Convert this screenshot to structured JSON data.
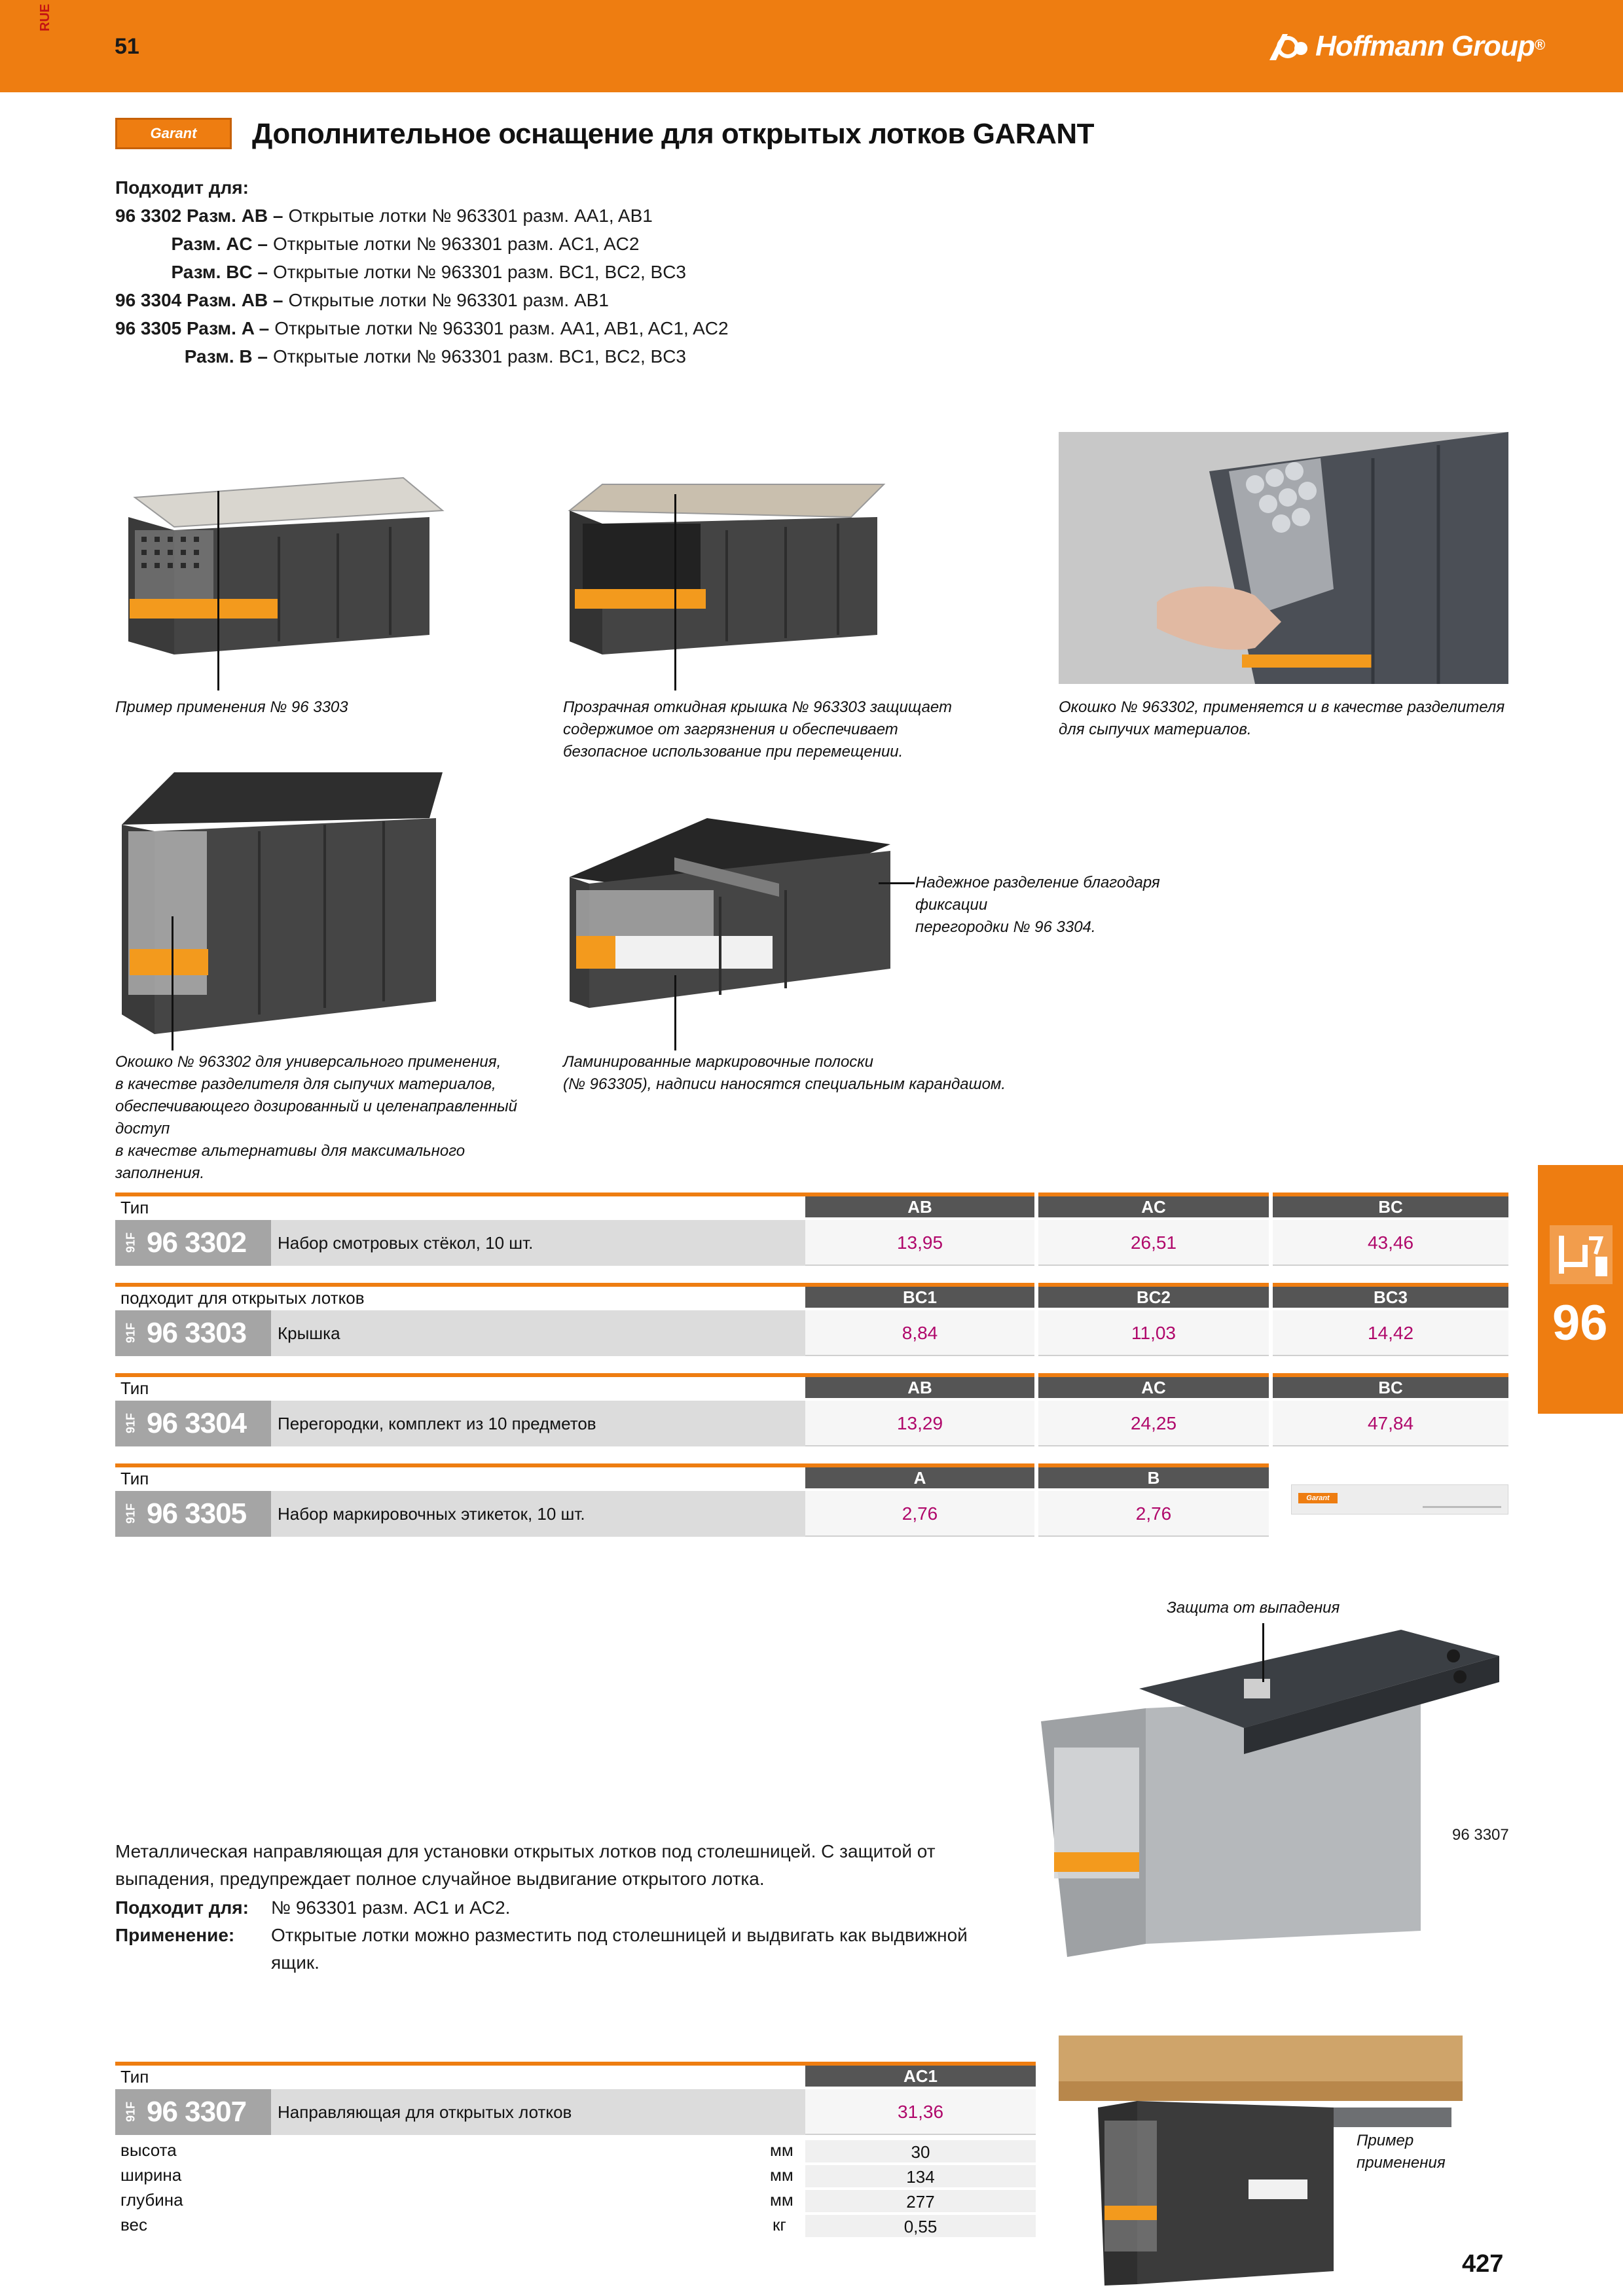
{
  "header": {
    "lang": "RUE",
    "catalog_page": "51",
    "brand": "Hoffmann Group",
    "brand_reg": "®"
  },
  "logo": {
    "text": "Garant"
  },
  "title": "Дополнительное оснащение для открытых лотков GARANT",
  "fits": {
    "heading": "Подходит для:",
    "rows": [
      {
        "left": "96 3302 Разм. AB –",
        "right": "Открытые лотки № 963301 разм. AA1, AB1"
      },
      {
        "left": "Разм. AC –",
        "right": "Открытые лотки № 963301 разм. AC1, AC2"
      },
      {
        "left": "Разм. BC –",
        "right": "Открытые лотки № 963301 разм. BC1, BC2, BC3"
      },
      {
        "left": "96 3304 Разм. AB –",
        "right": "Открытые лотки № 963301 разм. AB1"
      },
      {
        "left": "96 3305 Разм. A –",
        "right": "Открытые лотки № 963301 разм. AA1, AB1, AC1, AC2"
      },
      {
        "left": "Разм. B –",
        "right": "Открытые лотки № 963301 разм. BC1, BC2, BC3"
      }
    ]
  },
  "captions": {
    "c1": "Пример применения № 96 3303",
    "c2_1": "Прозрачная откидная крышка № 963303 защищает",
    "c2_2": "содержимое от загрязнения и обеспечивает",
    "c2_3": "безопасное использование при перемещении.",
    "c3_1": "Окошко № 963302, применяется и в качестве разделителя",
    "c3_2": "для сыпучих материалов.",
    "c4_1": "Надежное разделение благодаря",
    "c4_2": "фиксации",
    "c4_3": "перегородки № 96 3304.",
    "c5_1": "Окошко № 963302 для универсального применения,",
    "c5_2": "в качестве разделителя для сыпучих материалов,",
    "c5_3": "обеспечивающего дозированный и целенаправленный",
    "c5_4": "доступ",
    "c5_5": "в качестве альтернативы для максимального",
    "c5_6": "заполнения.",
    "c6_1": "Ламинированные маркировочные полоски",
    "c6_2": "(№ 963305), надписи наносятся специальным карандашом.",
    "c7": "Защита от выпадения",
    "c8": "96 3307",
    "c9_1": "Пример",
    "c9_2": "применения"
  },
  "tables": [
    {
      "label": "Тип",
      "cols": [
        "AB",
        "AC",
        "BC"
      ],
      "prefix": "91F",
      "code": "96 3302",
      "desc": "Набор смотровых стёкол, 10 шт.",
      "values": [
        "13,95",
        "26,51",
        "43,46"
      ]
    },
    {
      "label": "подходит для открытых лотков",
      "cols": [
        "BC1",
        "BC2",
        "BC3"
      ],
      "prefix": "91F",
      "code": "96 3303",
      "desc": "Крышка",
      "values": [
        "8,84",
        "11,03",
        "14,42"
      ]
    },
    {
      "label": "Тип",
      "cols": [
        "AB",
        "AC",
        "BC"
      ],
      "prefix": "91F",
      "code": "96 3304",
      "desc": "Перегородки, комплект из 10 предметов",
      "values": [
        "13,29",
        "24,25",
        "47,84"
      ]
    },
    {
      "label": "Тип",
      "cols": [
        "A",
        "B"
      ],
      "prefix": "91F",
      "code": "96 3305",
      "desc": "Набор маркировочных этикеток, 10 шт.",
      "values": [
        "2,76",
        "2,76"
      ]
    }
  ],
  "sidetab": {
    "number": "96"
  },
  "rail": {
    "desc_1": "Металлическая направляющая для установки открытых лотков под столешницей. С защитой от",
    "desc_2": "выпадения, предупреждает полное случайное выдвигание открытого лотка.",
    "fits_k": "Подходит для:",
    "fits_v": "№ 963301 разм. AC1 и AC2.",
    "use_k": "Применение:",
    "use_v_1": "Открытые лотки можно разместить под столешницей и выдвигать как выдвижной",
    "use_v_2": "ящик."
  },
  "table5": {
    "label": "Тип",
    "col": "AC1",
    "prefix": "91F",
    "code": "96 3307",
    "desc": "Направляющая для открытых лотков",
    "value": "31,36",
    "specs": [
      {
        "label": "высота",
        "unit": "мм",
        "value": "30"
      },
      {
        "label": "ширина",
        "unit": "мм",
        "value": "134"
      },
      {
        "label": "глубина",
        "unit": "мм",
        "value": "277"
      },
      {
        "label": "вес",
        "unit": "кг",
        "value": "0,55"
      }
    ]
  },
  "label_strip": {
    "text": "Garant"
  },
  "page_number": "427",
  "colors": {
    "accent": "#ee7d11",
    "price": "#b0086b",
    "header_col": "#555555"
  }
}
